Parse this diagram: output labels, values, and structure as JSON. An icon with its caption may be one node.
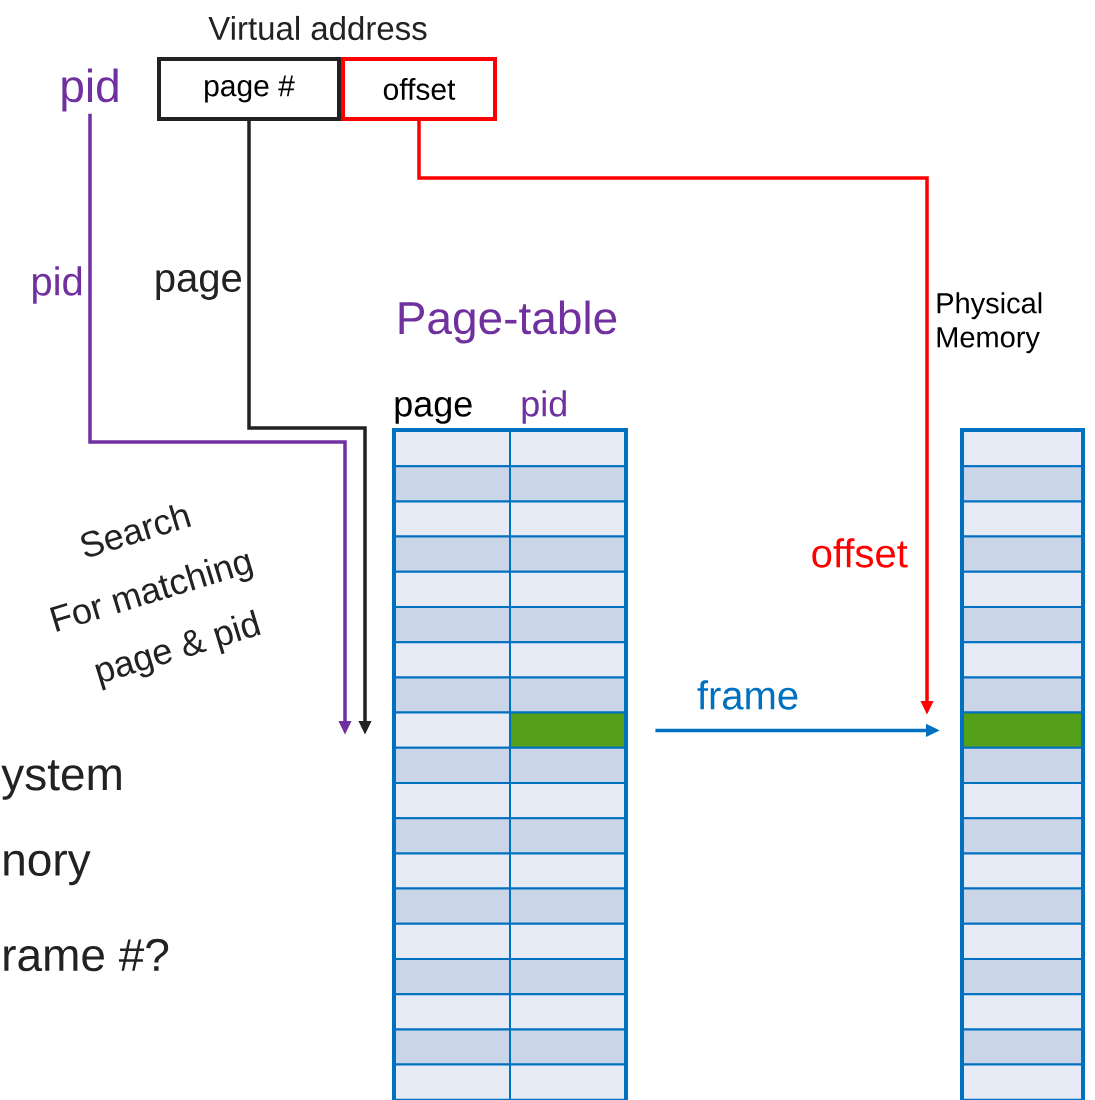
{
  "diagram": {
    "nodes": [
      {
        "text": [
          "pid"
        ]
      },
      {
        "text": [
          "page #"
        ]
      },
      {
        "text": [
          "offset"
        ]
      },
      {
        "text": [
          "Page-table",
          "page",
          "pid"
        ]
      },
      {
        "text": [],
        "shape": "bar",
        "in": 3
      },
      {
        "text": [],
        "shape": "bar",
        "in": 3
      },
      {
        "text": [],
        "shape": "bar",
        "in": 3
      },
      {
        "text": [],
        "shape": "bar",
        "in": 3
      },
      {
        "text": [],
        "shape": "bar",
        "in": 3
      },
      {
        "text": [],
        "shape": "bar",
        "in": 3
      },
      {
        "text": [],
        "shape": "bar",
        "in": 3
      },
      {
        "text": [],
        "shape": "bar",
        "in": 3
      },
      {
        "text": [],
        "shape": "bar",
        "in": 3
      },
      {
        "text": [],
        "shape": "bar",
        "in": 3
      },
      {
        "text": [],
        "shape": "bar",
        "in": 3
      },
      {
        "text": [],
        "shape": "bar",
        "in": 3
      },
      {
        "text": [],
        "shape": "bar",
        "in": 3
      },
      {
        "text": [],
        "shape": "bar",
        "in": 3
      },
      {
        "text": [],
        "shape": "bar",
        "in": 3
      },
      {
        "text": [],
        "shape": "bar",
        "in": 3
      },
      {
        "text": [],
        "shape": "bar",
        "in": 3
      },
      {
        "text": [],
        "shape": "bar",
        "in": 3
      },
      {
        "text": [],
        "shape": "bar",
        "in": 3
      },
      {
        "text": [
          "Physical Memory"
        ]
      },
      {
        "text": [],
        "shape": "bar",
        "in": 23
      },
      {
        "text": [],
        "shape": "bar",
        "in": 23
      },
      {
        "text": [],
        "shape": "bar",
        "in": 23
      },
      {
        "text": [],
        "shape": "bar",
        "in": 23
      },
      {
        "text": [],
        "shape": "bar",
        "in": 23
      },
      {
        "text": [],
        "shape": "bar",
        "in": 23
      },
      {
        "text": [],
        "shape": "bar",
        "in": 23
      },
      {
        "text": [],
        "shape": "bar",
        "in": 23
      },
      {
        "text": [],
        "shape": "bar",
        "in": 23
      },
      {
        "text": [],
        "shape": "bar",
        "in": 23
      },
      {
        "text": [],
        "shape": "bar",
        "in": 23
      },
      {
        "text": [],
        "shape": "bar",
        "in": 23
      },
      {
        "text": [],
        "shape": "bar",
        "in": 23
      },
      {
        "text": [],
        "shape": "bar",
        "in": 23
      },
      {
        "text": [],
        "shape": "bar",
        "in": 23
      },
      {
        "text": [],
        "shape": "bar",
        "in": 23
      },
      {
        "text": [],
        "shape": "bar",
        "in": 23
      },
      {
        "text": [],
        "shape": "bar",
        "in": 23
      },
      {
        "text": [],
        "shape": "bar",
        "in": 23
      }
    ],
    "edges": [
      {
        "from": 0,
        "to": null,
        "arrow": "to",
        "label": "pid",
        "color": "#7030a0"
      },
      {
        "from": 1,
        "to": null,
        "arrow": "to",
        "label": "page",
        "color": "#222222"
      },
      {
        "from": 2,
        "to": null,
        "arrow": "to",
        "label": "offset",
        "color": "#ff0000"
      },
      {
        "from": 12,
        "to": 32,
        "arrow": "to",
        "label": "frame",
        "color": "#0070c0"
      }
    ],
    "labels": [
      "Virtual address",
      "Search",
      "For matching",
      "page & pid",
      "ystem",
      "nory",
      "rame #?"
    ]
  }
}
